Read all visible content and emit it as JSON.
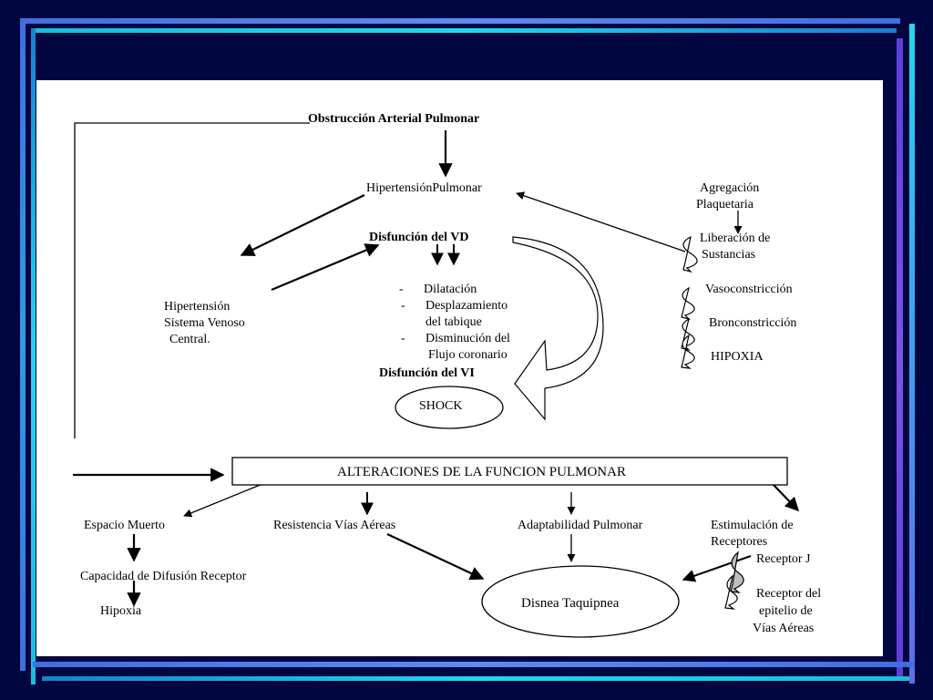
{
  "theme": {
    "background": "#020640",
    "bar_cyan": "#27d4ee",
    "bar_blue": "#3f6fe0",
    "bar_violet": "#7a54e6"
  },
  "diagram": {
    "obstruccion": "Obstrucción Arterial Pulmonar",
    "hipertension_pulmonar": "HipertensiónPulmonar",
    "agregacion": [
      "Agregación",
      "Plaquetaria"
    ],
    "liberacion": [
      "Liberación de",
      "Sustancias"
    ],
    "vasoconstriccion": "Vasoconstricción",
    "bronconstriccion": "Bronconstricción",
    "hipoxia_upper": "HIPOXIA",
    "disfuncion_vd": "Disfunción del VD",
    "hipertension_venoso": [
      "Hipertensión",
      "Sistema Venoso",
      "Central."
    ],
    "vd_effects": [
      {
        "bullet": "-",
        "lines": [
          "Dilatación"
        ]
      },
      {
        "bullet": "-",
        "lines": [
          "Desplazamiento",
          "del tabique"
        ]
      },
      {
        "bullet": "-",
        "lines": [
          "Disminución del",
          "Flujo coronario"
        ]
      }
    ],
    "disfuncion_vi": "Disfunción del VI",
    "shock": "SHOCK",
    "alteraciones": "ALTERACIONES DE LA FUNCION PULMONAR",
    "espacio_muerto": "Espacio Muerto",
    "resistencia": "Resistencia Vías Aéreas",
    "adaptabilidad": "Adaptabilidad Pulmonar",
    "estimulacion": [
      "Estimulación de",
      "Receptores"
    ],
    "receptor_j": "Receptor J",
    "receptor_epitelio": [
      "Receptor del",
      "epitelio de",
      "Vías Aéreas"
    ],
    "capacidad": "Capacidad de Difusión Receptor",
    "hipoxia_lower": "Hipoxia",
    "disnea": "Disnea Taquipnea"
  }
}
